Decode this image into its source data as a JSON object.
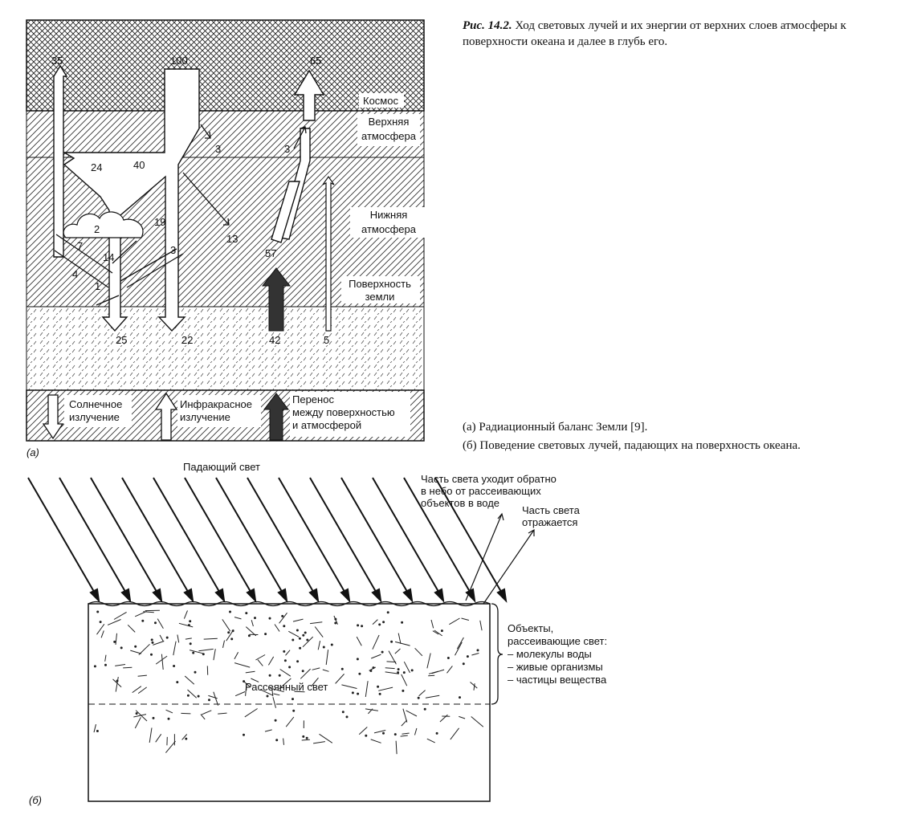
{
  "caption": {
    "fig_label": "Рис. 14.2.",
    "title": "Ход световых лучей и их энергии от верхних слоев атмосферы к поверхности океана и далее в глубь его.",
    "part_a": "(а) Радиационный баланс Земли [9].",
    "part_b": "(б) Поведение световых лучей, падающих на поверхность океана."
  },
  "diagram_a": {
    "panel_label": "(а)",
    "layers": {
      "space": "Космос",
      "upper_atm_1": "Верхняя",
      "upper_atm_2": "атмосфера",
      "lower_atm_1": "Нижняя",
      "lower_atm_2": "атмосфера",
      "surface_1": "Поверхность",
      "surface_2": "земли"
    },
    "values": {
      "v35": "35",
      "v100": "100",
      "v65": "65",
      "v3a": "3",
      "v3b": "3",
      "v24": "24",
      "v40": "40",
      "v19": "19",
      "v2": "2",
      "v13": "13",
      "v7": "7",
      "v14": "14",
      "v3c": "3",
      "v57": "57",
      "v4": "4",
      "v1": "1",
      "v25": "25",
      "v22": "22",
      "v42": "42",
      "v5": "5"
    },
    "legend": {
      "solar_1": "Солнечное",
      "solar_2": "излучение",
      "ir_1": "Инфракрасное",
      "ir_2": "излучение",
      "transfer_1": "Перенос",
      "transfer_2": "между поверхностью",
      "transfer_3": "и атмосферой"
    }
  },
  "diagram_b": {
    "panel_label": "(б)",
    "incident": "Падающий свет",
    "back_1": "Часть света уходит обратно",
    "back_2": "в небо от рассеивающих",
    "back_3": "объектов в воде",
    "refl_1": "Часть света",
    "refl_2": "отражается",
    "scattered": "Рассеянный свет",
    "objects_1": "Объекты,",
    "objects_2": "рассеивающие свет:",
    "objects_3": "– молекулы воды",
    "objects_4": "– живые организмы",
    "objects_5": "– частицы вещества"
  }
}
